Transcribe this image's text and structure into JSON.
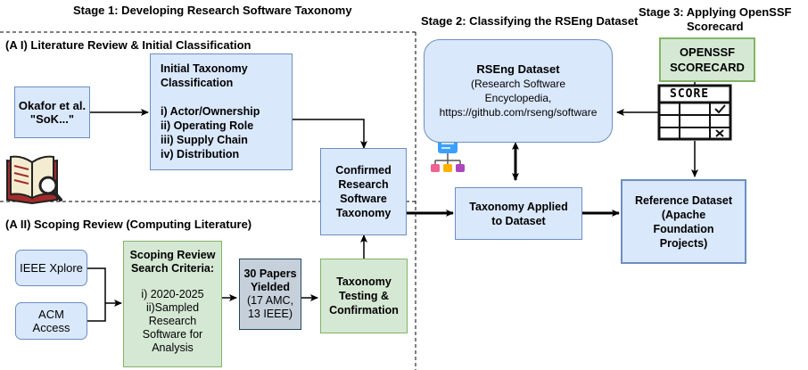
{
  "stages": {
    "stage1": "Stage 1: Developing Research Software Taxonomy",
    "stage2": "Stage 2: Classifying the RSEng Dataset",
    "stage3_line1": "Stage 3: Applying OpenSSF",
    "stage3_line2": "Scorecard"
  },
  "sections": {
    "a1": "(A I) Literature Review & Initial Classification",
    "a2": "(A II) Scoping Review (Computing Literature)"
  },
  "okafor": {
    "line1": "Okafor et al.",
    "line2": "\"SoK...\""
  },
  "initial_taxonomy": {
    "title1": "Initial Taxonomy",
    "title2": "Classification",
    "items": [
      "i) Actor/Ownership",
      "ii) Operating Role",
      "iii) Supply Chain",
      "iv) Distribution"
    ]
  },
  "confirmed": {
    "lines": [
      "Confirmed",
      "Research",
      "Software",
      "Taxonomy"
    ]
  },
  "rseng": {
    "title": "RSEng Dataset",
    "lines": [
      "(Research Software",
      "Encyclopedia,",
      "https://github.com/rseng/software"
    ]
  },
  "openssf": {
    "line1": "OPENSSF",
    "line2": "SCORECARD"
  },
  "score_icon": {
    "label": "SCORE",
    "icon": "scorecard-icon"
  },
  "applied": {
    "line1": "Taxonomy Applied",
    "line2": "to Dataset"
  },
  "reference": {
    "lines": [
      "Reference Dataset",
      "(Apache",
      "Foundation",
      "Projects)"
    ]
  },
  "ieee": "IEEE Xplore",
  "acm": {
    "line1": "ACM",
    "line2": "Access"
  },
  "criteria": {
    "title1": "Scoping Review",
    "title2": "Search Criteria:",
    "lines": [
      "i) 2020-2025",
      "ii)Sampled",
      "Research",
      "Software for",
      "Analysis"
    ]
  },
  "papers": {
    "title1": "30 Papers",
    "title2": "Yielded",
    "lines": [
      "(17 AMC,",
      "13 IEEE)"
    ]
  },
  "testing": {
    "lines": [
      "Taxonomy",
      "Testing &",
      "Confirmation"
    ]
  },
  "icons": {
    "book": "open-book-magnifier-icon",
    "hierarchy": "hierarchy-icon"
  },
  "colors": {
    "blue_fill": "#dae8fc",
    "blue_stroke": "#6c8ebf",
    "green_fill": "#d5e8d4",
    "green_stroke": "#82b366",
    "grey_fill": "#c6d0da",
    "book_red": "#a32b2b"
  }
}
